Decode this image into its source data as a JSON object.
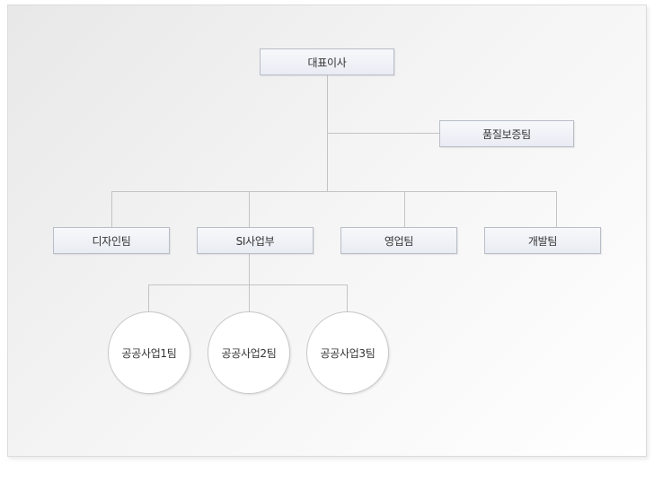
{
  "org": {
    "ceo": "대표이사",
    "qa": "품질보증팀",
    "departments": [
      "디자인팀",
      "SI사업부",
      "영업팀",
      "개발팀"
    ],
    "teams": [
      "공공사업1팀",
      "공공사업2팀",
      "공공사업3팀"
    ]
  },
  "colors": {
    "box_border": "#b9bdc8",
    "box_fill": "#eceff5",
    "line": "#c0c0c0",
    "text": "#333333"
  }
}
